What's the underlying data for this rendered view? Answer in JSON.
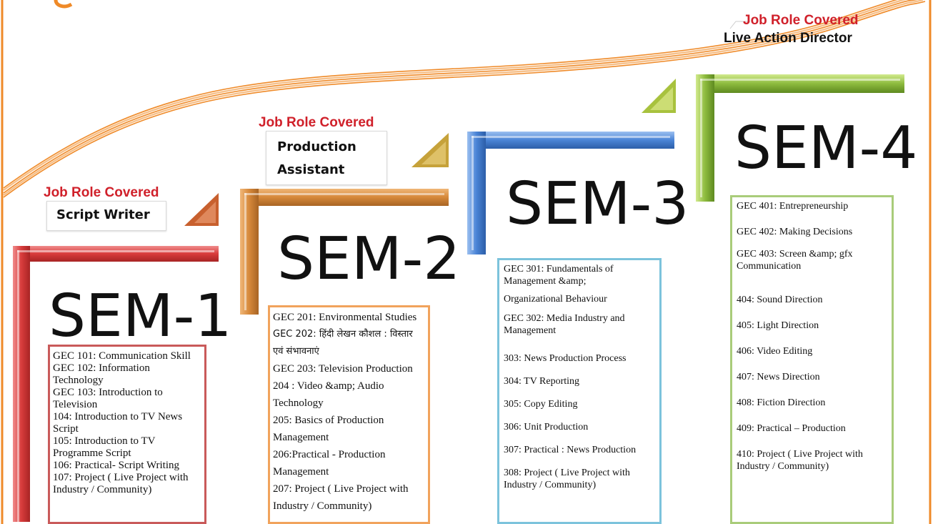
{
  "colors": {
    "sem1": "#d83c3c",
    "sem2": "#d6883a",
    "sem3": "#4a84d6",
    "sem4": "#8dbb3e",
    "job_label": "#d0202a",
    "orange_border": "#ef8a28"
  },
  "job_role_label": "Job Role Covered",
  "semesters": [
    {
      "title": "SEM-1",
      "role_lines": [
        "Script Writer"
      ],
      "courses": [
        "GEC 101: Communication Skill",
        "GEC 102: Information Technology",
        "GEC 103: Introduction to Television",
        "104: Introduction to TV News Script",
        "105: Introduction to TV Programme Script",
        "106: Practical- Script Writing",
        "107: Project ( Live Project with Industry / Community)"
      ]
    },
    {
      "title": "SEM-2",
      "role_lines": [
        "Production",
        "Assistant"
      ],
      "courses": [
        "GEC 201: Environmental Studies",
        "GEC 202: हिंदी लेखन कौशल : विस्तार एवं संभावनाएं",
        "GEC 203: Television Production",
        "204 : Video &amp; Audio Technology",
        "205: Basics of Production Management",
        "206:Practical - Production Management",
        "207: Project ( Live Project with Industry / Community)"
      ]
    },
    {
      "title": "SEM-3",
      "courses": [
        "GEC 301: Fundamentals of Management &amp;",
        "Organizational Behaviour",
        "GEC 302: Media Industry and Management",
        "303: News Production Process",
        "304: TV Reporting",
        "305: Copy Editing",
        "306: Unit Production",
        "307: Practical : News Production",
        "308: Project ( Live Project with Industry / Community)"
      ]
    },
    {
      "title": "SEM-4",
      "role_lines": [
        "Live Action Director"
      ],
      "courses": [
        "GEC 401: Entrepreneurship",
        "GEC 402: Making Decisions",
        "GEC 403: Screen &amp; gfx Communication",
        "404: Sound Direction",
        "405: Light Direction",
        "406: Video Editing",
        "407: News Direction",
        "408: Fiction Direction",
        "409: Practical – Production",
        "410: Project ( Live Project with Industry / Community)"
      ]
    }
  ]
}
